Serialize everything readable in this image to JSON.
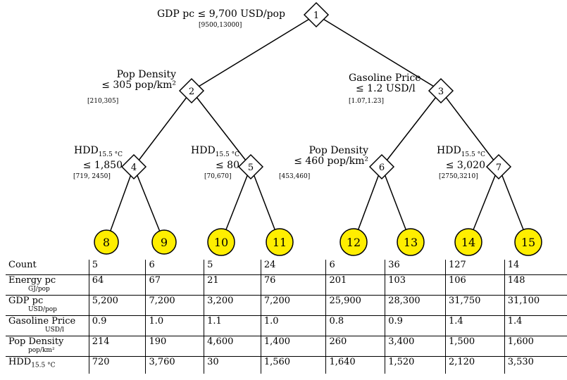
{
  "tree": {
    "decisions": [
      {
        "id": "1",
        "lines": [
          "GDP pc ≤ 9,700 USD/pop"
        ],
        "range": "[9500,13000]"
      },
      {
        "id": "2",
        "lines": [
          "Pop Density",
          "≤ 305 pop/km²"
        ],
        "range": "[210,305]"
      },
      {
        "id": "3",
        "lines": [
          "Gasoline Price",
          "≤ 1.2 USD/l"
        ],
        "range": "[1.07,1.23]"
      },
      {
        "id": "4",
        "var": "HDD",
        "sub": "15.5 °C",
        "cond": "≤ 1,850",
        "range": "[719, 2450]"
      },
      {
        "id": "5",
        "var": "HDD",
        "sub": "15.5 °C",
        "cond": "≤ 80",
        "range": "[70,670]"
      },
      {
        "id": "6",
        "lines": [
          "Pop Density",
          "≤ 460 pop/km²"
        ],
        "range": "[453,460]"
      },
      {
        "id": "7",
        "var": "HDD",
        "sub": "15.5 °C",
        "cond": "≤ 3,020",
        "range": "[2750,3210]"
      }
    ],
    "leaves": [
      "8",
      "9",
      "10",
      "11",
      "12",
      "13",
      "14",
      "15"
    ],
    "leaf_color": "#ffee00"
  },
  "table": {
    "rows": [
      {
        "label": "Count",
        "unit": "",
        "values": [
          "5",
          "6",
          "5",
          "24",
          "6",
          "36",
          "127",
          "14"
        ]
      },
      {
        "label": "Energy pc",
        "unit": "GJ/pop",
        "values": [
          "64",
          "67",
          "21",
          "76",
          "201",
          "103",
          "106",
          "148"
        ]
      },
      {
        "label": "GDP pc",
        "unit": "USD/pop",
        "values": [
          "5,200",
          "7,200",
          "3,200",
          "7,200",
          "25,900",
          "28,300",
          "31,750",
          "31,100"
        ]
      },
      {
        "label": "Gasoline Price",
        "unit": "USD/l",
        "values": [
          "0.9",
          "1.0",
          "1.1",
          "1.0",
          "0.8",
          "0.9",
          "1.4",
          "1.4"
        ]
      },
      {
        "label": "Pop Density",
        "unit": "pop/km²",
        "values": [
          "214",
          "190",
          "4,600",
          "1,400",
          "260",
          "3,400",
          "1,500",
          "1,600"
        ]
      },
      {
        "label": "HDD",
        "label_sub": "15.5 °C",
        "unit": "",
        "values": [
          "720",
          "3,760",
          "30",
          "1,560",
          "1,640",
          "1,520",
          "2,120",
          "3,530"
        ]
      }
    ]
  }
}
